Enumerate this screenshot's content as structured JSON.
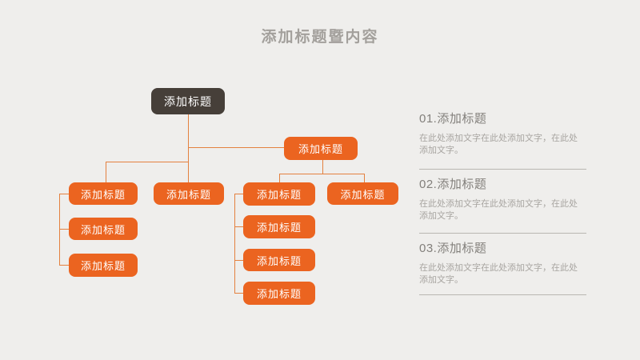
{
  "slide": {
    "title": "添加标题暨内容"
  },
  "colors": {
    "bg": "#efeeec",
    "orange": "#eb6420",
    "dark_node": "#463f39",
    "connector": "#e4813f",
    "title_gray": "#a3a09c",
    "heading_gray": "#83807c",
    "body_gray": "#a8a5a1",
    "divider": "#b9b6b2"
  },
  "org_chart": {
    "type": "org-chart-hierarchy",
    "nodes": [
      {
        "id": "root",
        "level": 1,
        "label": "添加标题"
      },
      {
        "id": "branch-right",
        "level": 2,
        "label": "添加标题"
      },
      {
        "id": "col1-parent",
        "level": 3,
        "label": "添加标题"
      },
      {
        "id": "col1-child-1",
        "level": 4,
        "label": "添加标题"
      },
      {
        "id": "col1-child-2",
        "level": 4,
        "label": "添加标题"
      },
      {
        "id": "col2-node",
        "level": 3,
        "label": "添加标题"
      },
      {
        "id": "col3-parent",
        "level": 3,
        "label": "添加标题"
      },
      {
        "id": "col3-child-1",
        "level": 4,
        "label": "添加标题"
      },
      {
        "id": "col3-child-2",
        "level": 4,
        "label": "添加标题"
      },
      {
        "id": "col3-child-3",
        "level": 4,
        "label": "添加标题"
      },
      {
        "id": "col4-node",
        "level": 3,
        "label": "添加标题"
      }
    ]
  },
  "sections": [
    {
      "heading": "01.添加标题",
      "body": "在此处添加文字在此处添加文字，在此处添加文字。"
    },
    {
      "heading": "02.添加标题",
      "body": "在此处添加文字在此处添加文字，在此处添加文字。"
    },
    {
      "heading": "03.添加标题",
      "body": "在此处添加文字在此处添加文字，在此处添加文字。"
    }
  ]
}
